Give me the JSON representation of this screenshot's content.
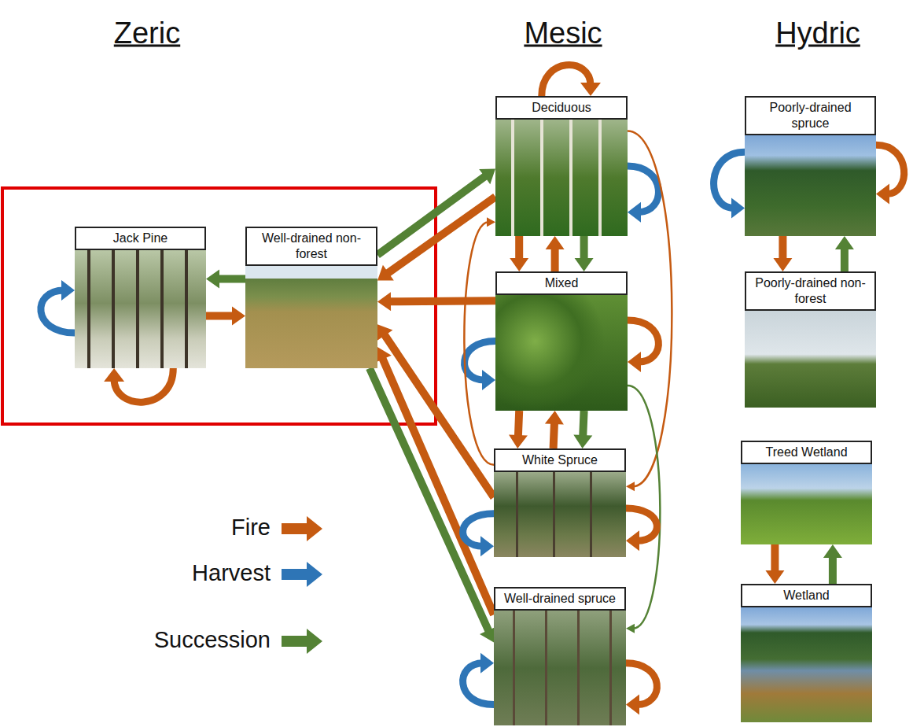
{
  "diagram": {
    "nodes": [
      {
        "text": [
          "Jack Pine"
        ]
      },
      {
        "text": [
          "Well-drained non-forest"
        ]
      },
      {
        "text": [
          "Deciduous"
        ]
      },
      {
        "text": [
          "Mixed"
        ]
      },
      {
        "text": [
          "White Spruce"
        ]
      },
      {
        "text": [
          "Well-drained spruce"
        ]
      },
      {
        "text": [
          "Poorly-drained spruce"
        ]
      },
      {
        "text": [
          "Poorly-drained non-forest"
        ]
      },
      {
        "text": [
          "Treed Wetland"
        ]
      },
      {
        "text": [
          "Wetland"
        ]
      }
    ],
    "edges": [
      {
        "from": 0,
        "to": 0,
        "arrow": "to"
      },
      {
        "from": 0,
        "to": 0,
        "arrow": "to"
      },
      {
        "from": 1,
        "to": 0,
        "arrow": "to"
      },
      {
        "from": 0,
        "to": 1,
        "arrow": "to"
      },
      {
        "from": 1,
        "to": 2,
        "arrow": "to"
      },
      {
        "from": 2,
        "to": 1,
        "arrow": "to"
      },
      {
        "from": 3,
        "to": 1,
        "arrow": "to"
      },
      {
        "from": 4,
        "to": 1,
        "arrow": "to"
      },
      {
        "from": 1,
        "to": 5,
        "arrow": "to"
      },
      {
        "from": 5,
        "to": 1,
        "arrow": "to"
      },
      {
        "from": 2,
        "to": 2,
        "arrow": "to"
      },
      {
        "from": 2,
        "to": 2,
        "arrow": "to"
      },
      {
        "from": 2,
        "to": 3,
        "arrow": "to"
      },
      {
        "from": 3,
        "to": 2,
        "arrow": "to"
      },
      {
        "from": 2,
        "to": 3,
        "arrow": "to"
      },
      {
        "from": 3,
        "to": 3,
        "arrow": "to"
      },
      {
        "from": 3,
        "to": 3,
        "arrow": "to"
      },
      {
        "from": 3,
        "to": 4,
        "arrow": "to"
      },
      {
        "from": 4,
        "to": 3,
        "arrow": "to"
      },
      {
        "from": 3,
        "to": 4,
        "arrow": "to"
      },
      {
        "from": 4,
        "to": 2,
        "arrow": "to"
      },
      {
        "from": 2,
        "to": 4,
        "arrow": "to"
      },
      {
        "from": 3,
        "to": 5,
        "arrow": "to"
      },
      {
        "from": 4,
        "to": 4,
        "arrow": "to"
      },
      {
        "from": 4,
        "to": 4,
        "arrow": "to"
      },
      {
        "from": 5,
        "to": 5,
        "arrow": "to"
      },
      {
        "from": 5,
        "to": 5,
        "arrow": "to"
      },
      {
        "from": 6,
        "to": 6,
        "arrow": "to"
      },
      {
        "from": 6,
        "to": 6,
        "arrow": "to"
      },
      {
        "from": 6,
        "to": 7,
        "arrow": "to"
      },
      {
        "from": 7,
        "to": 6,
        "arrow": "to"
      },
      {
        "from": 8,
        "to": 9,
        "arrow": "to"
      },
      {
        "from": 9,
        "to": 8,
        "arrow": "to"
      }
    ],
    "labels": [
      "Zeric",
      "Mesic",
      "Hydric"
    ],
    "legend": [
      {
        "text": "Fire",
        "color": "#c55a11"
      },
      {
        "text": "Harvest",
        "color": "#2e75b6"
      },
      {
        "text": "Succession",
        "color": "#548235"
      }
    ]
  }
}
